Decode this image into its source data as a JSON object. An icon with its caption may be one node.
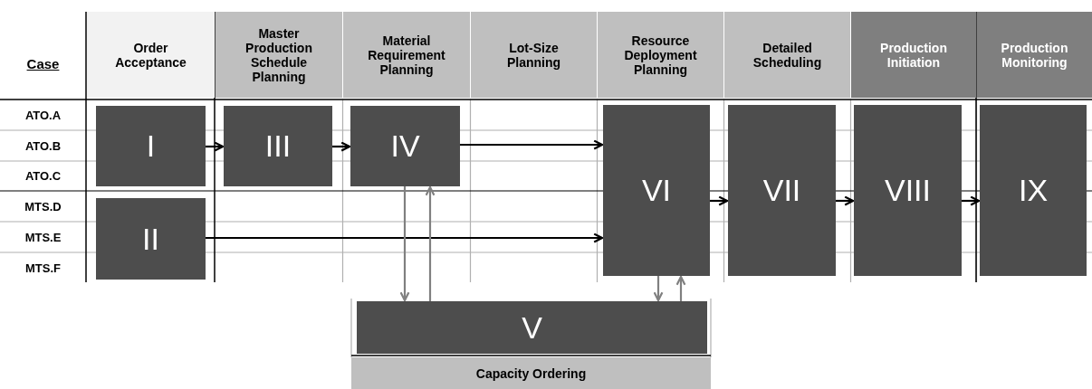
{
  "diagram": {
    "nodes": [
      {
        "text": [
          "Order Acceptance"
        ]
      },
      {
        "text": [
          "Master Production Schedule Planning"
        ]
      },
      {
        "text": [
          "Material Requirement Planning"
        ]
      },
      {
        "text": [
          "Lot-Size Planning"
        ]
      },
      {
        "text": [
          "Resource Deployment Planning"
        ]
      },
      {
        "text": [
          "Detailed Scheduling"
        ]
      },
      {
        "text": [
          "Production Initiation"
        ]
      },
      {
        "text": [
          "Production Monitoring"
        ]
      },
      {
        "text": [
          "I"
        ]
      },
      {
        "text": [
          "II"
        ]
      },
      {
        "text": [
          "III"
        ]
      },
      {
        "text": [
          "IV"
        ]
      },
      {
        "text": [
          "V"
        ]
      },
      {
        "text": [
          "VI"
        ]
      },
      {
        "text": [
          "VII"
        ]
      },
      {
        "text": [
          "VIII"
        ]
      },
      {
        "text": [
          "IX"
        ]
      },
      {
        "text": [
          "Capacity Ordering"
        ]
      }
    ],
    "edges": [
      {
        "from": 8,
        "to": 10,
        "arrow": "to"
      },
      {
        "from": 10,
        "to": 11,
        "arrow": "to"
      },
      {
        "from": 11,
        "to": 13,
        "arrow": "to"
      },
      {
        "from": 9,
        "to": 13,
        "arrow": "to"
      },
      {
        "from": 11,
        "to": 12,
        "arrow": "to",
        "color": "#808080"
      },
      {
        "from": 12,
        "to": 11,
        "arrow": "to",
        "color": "#808080"
      },
      {
        "from": 13,
        "to": 12,
        "arrow": "to",
        "color": "#808080"
      },
      {
        "from": 12,
        "to": 13,
        "arrow": "to",
        "color": "#808080"
      },
      {
        "from": 13,
        "to": 14,
        "arrow": "to"
      },
      {
        "from": 14,
        "to": 15,
        "arrow": "to"
      },
      {
        "from": 15,
        "to": 16,
        "arrow": "to"
      }
    ],
    "labels": [
      "Case",
      "ATO.A",
      "ATO.B",
      "ATO.C",
      "MTS.D",
      "MTS.E",
      "MTS.F"
    ]
  }
}
